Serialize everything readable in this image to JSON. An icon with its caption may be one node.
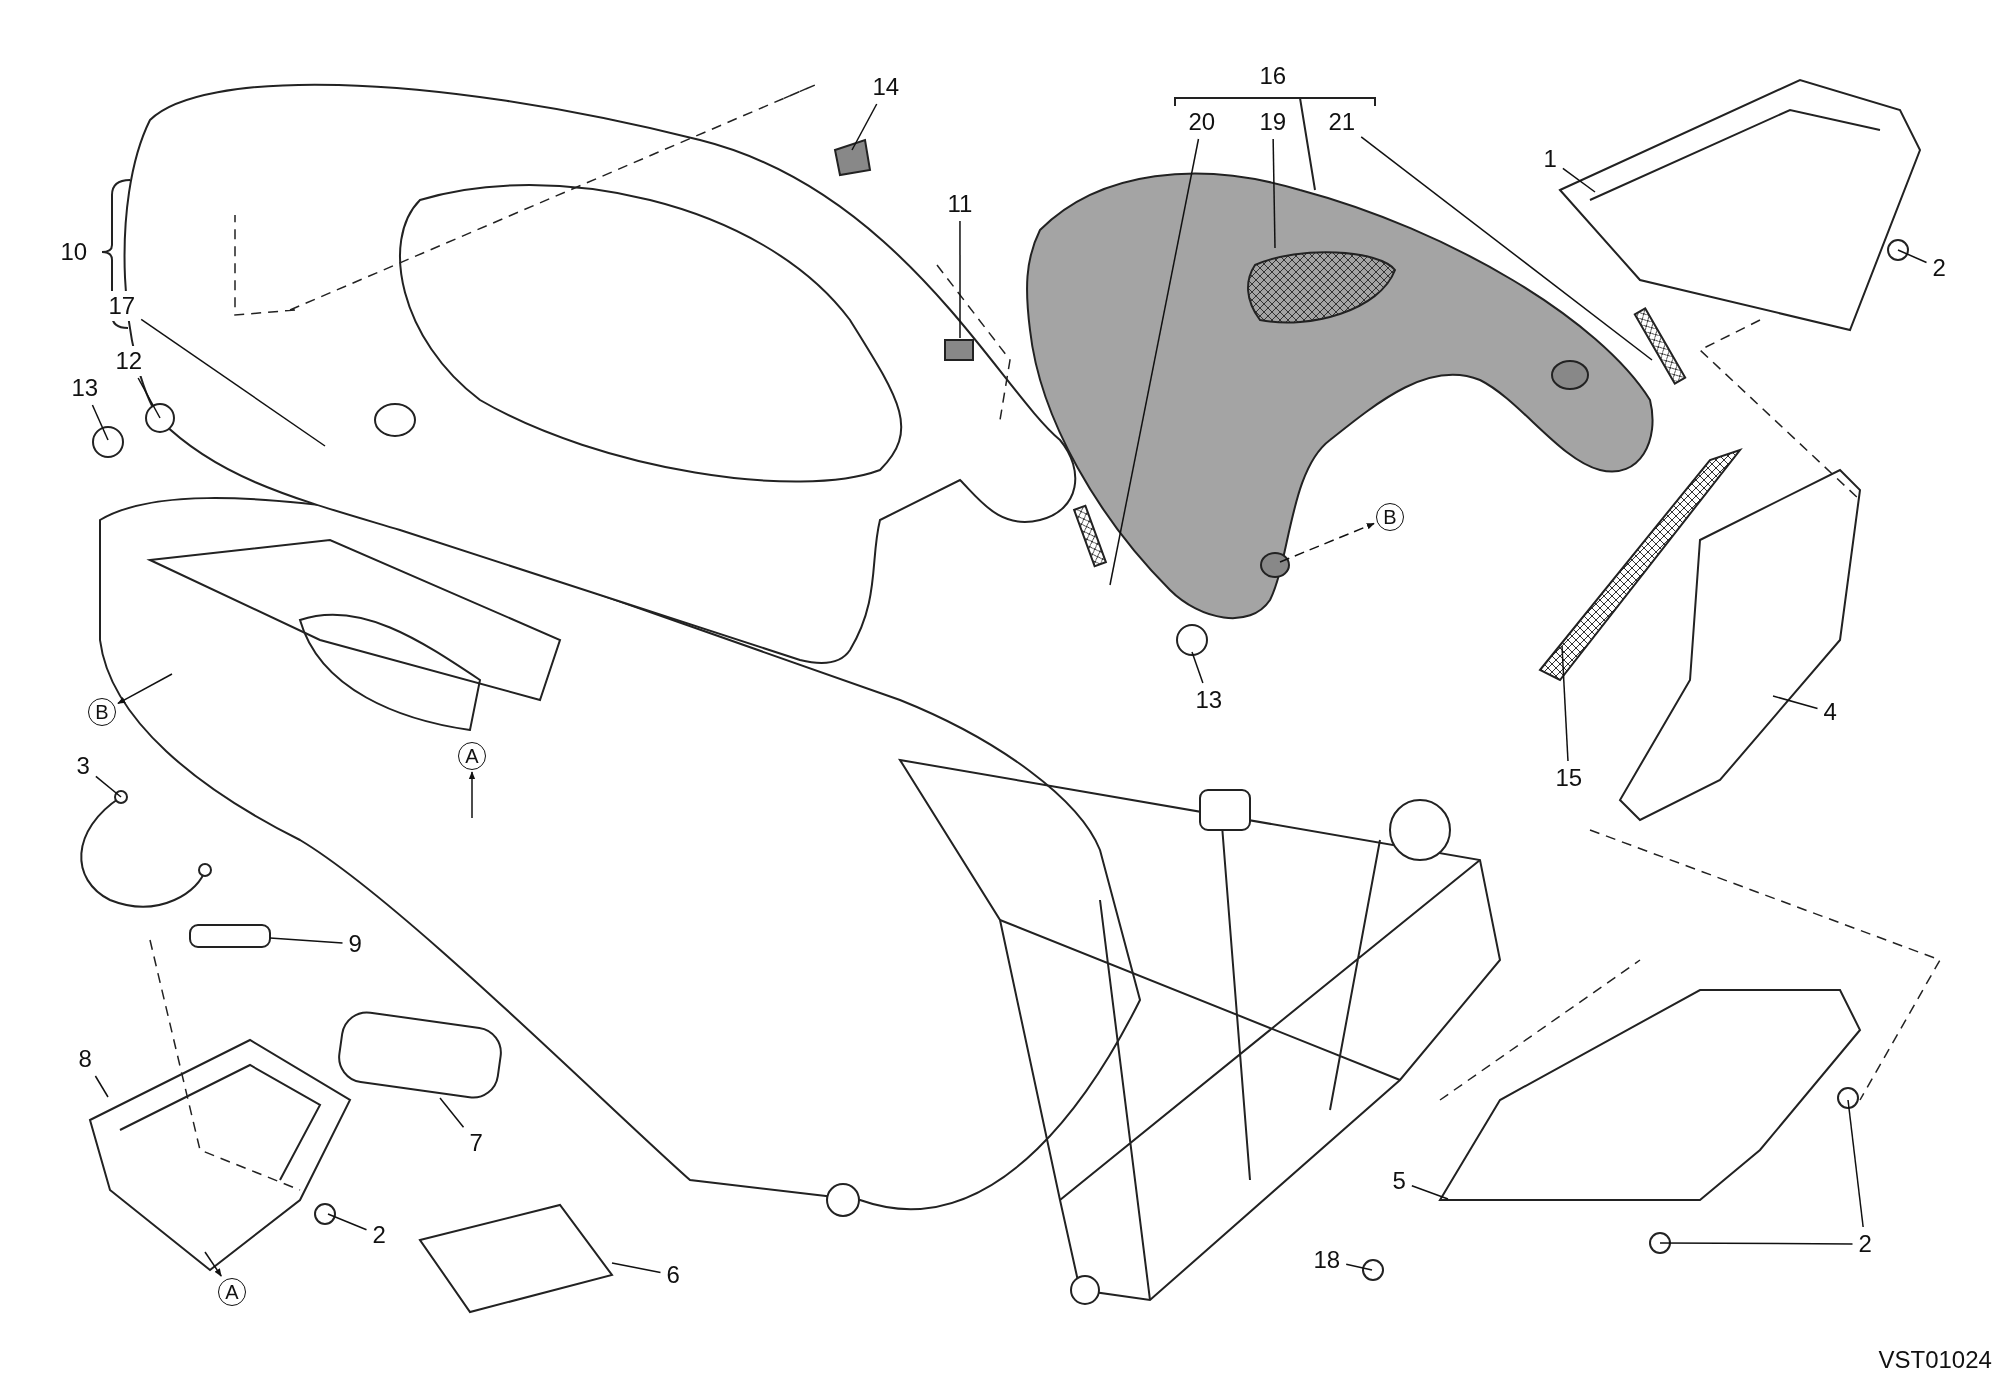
{
  "diagram": {
    "nodes": [
      {
        "text": [
          "14"
        ]
      },
      {
        "text": [
          "20"
        ]
      },
      {
        "text": [
          "19"
        ]
      },
      {
        "text": [
          "21"
        ]
      },
      {
        "text": [
          "1"
        ]
      },
      {
        "text": [
          "11"
        ]
      },
      {
        "text": [
          "2"
        ]
      },
      {
        "text": [
          "17"
        ]
      },
      {
        "text": [
          "12"
        ]
      },
      {
        "text": [
          "13"
        ]
      },
      {
        "text": [
          "B"
        ]
      },
      {
        "text": [
          "13"
        ]
      },
      {
        "text": [
          "4"
        ]
      },
      {
        "text": [
          "B"
        ]
      },
      {
        "text": [
          "A"
        ]
      },
      {
        "text": [
          "3"
        ]
      },
      {
        "text": [
          "15"
        ]
      },
      {
        "text": [
          "9"
        ]
      },
      {
        "text": [
          "8"
        ]
      },
      {
        "text": [
          "7"
        ]
      },
      {
        "text": [
          "5"
        ]
      },
      {
        "text": [
          "2"
        ]
      },
      {
        "text": [
          "2"
        ]
      },
      {
        "text": [
          "18"
        ]
      },
      {
        "text": [
          "6"
        ]
      },
      {
        "text": [
          "A"
        ]
      }
    ],
    "edges": [
      {
        "from": 0,
        "to": null,
        "arrow": "none"
      },
      {
        "from": 1,
        "to": null,
        "arrow": "none"
      },
      {
        "from": 2,
        "to": null,
        "arrow": "none"
      },
      {
        "from": 3,
        "to": null,
        "arrow": "none"
      },
      {
        "from": 4,
        "to": null,
        "arrow": "none"
      },
      {
        "from": 5,
        "to": null,
        "arrow": "none"
      },
      {
        "from": 6,
        "to": null,
        "arrow": "none"
      },
      {
        "from": 7,
        "to": null,
        "arrow": "none"
      },
      {
        "from": 8,
        "to": null,
        "arrow": "none"
      },
      {
        "from": 9,
        "to": null,
        "arrow": "none"
      },
      {
        "from": null,
        "to": 10,
        "arrow": "to",
        "style": "dashed"
      },
      {
        "from": 11,
        "to": null,
        "arrow": "none"
      },
      {
        "from": 12,
        "to": null,
        "arrow": "none"
      },
      {
        "from": null,
        "to": 13,
        "arrow": "to"
      },
      {
        "from": null,
        "to": 14,
        "arrow": "to"
      },
      {
        "from": 15,
        "to": null,
        "arrow": "none"
      },
      {
        "from": 16,
        "to": null,
        "arrow": "none"
      },
      {
        "from": 17,
        "to": null,
        "arrow": "none"
      },
      {
        "from": 18,
        "to": null,
        "arrow": "none"
      },
      {
        "from": 19,
        "to": null,
        "arrow": "none"
      },
      {
        "from": 20,
        "to": null,
        "arrow": "none"
      },
      {
        "from": 21,
        "to": null,
        "arrow": "none"
      },
      {
        "from": 22,
        "to": null,
        "arrow": "none"
      },
      {
        "from": 22,
        "to": null,
        "arrow": "none"
      },
      {
        "from": 23,
        "to": null,
        "arrow": "none"
      },
      {
        "from": 24,
        "to": null,
        "arrow": "none"
      },
      {
        "from": null,
        "to": 25,
        "arrow": "to"
      }
    ],
    "labels": [
      "16",
      "10",
      "VST01024"
    ]
  }
}
